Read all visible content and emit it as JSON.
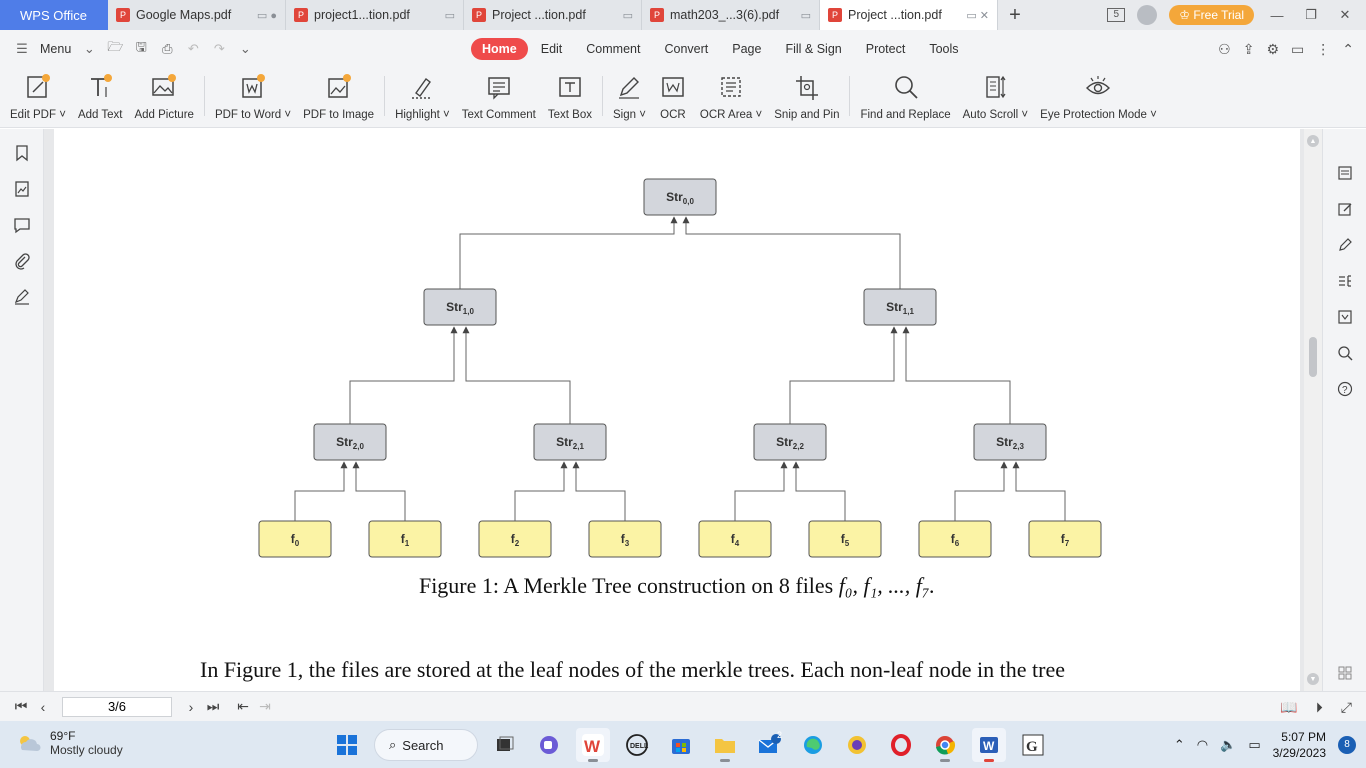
{
  "titlebar": {
    "app_name": "WPS Office",
    "tabs": [
      {
        "label": "Google Maps.pdf",
        "extra": "▭  ●"
      },
      {
        "label": "project1...tion.pdf",
        "extra": "▭"
      },
      {
        "label": "Project ...tion.pdf",
        "extra": "▭"
      },
      {
        "label": "math203_...3(6).pdf",
        "extra": "▭"
      },
      {
        "label": "Project ...tion.pdf",
        "extra": "▭  ✕"
      }
    ],
    "new_tab": "+",
    "window_count": "5",
    "free_trial": "Free Trial"
  },
  "menubar": {
    "menu_label": "Menu",
    "ribbon_tabs": [
      "Home",
      "Edit",
      "Comment",
      "Convert",
      "Page",
      "Fill & Sign",
      "Protect",
      "Tools"
    ],
    "active_tab": "Home"
  },
  "toolbar": {
    "tools": [
      {
        "label": "Edit PDF ˅",
        "icon": "edit-pdf-icon"
      },
      {
        "label": "Add Text",
        "icon": "add-text-icon"
      },
      {
        "label": "Add Picture",
        "icon": "add-picture-icon"
      },
      {
        "label": "PDF to Word ˅",
        "icon": "pdf-to-word-icon"
      },
      {
        "label": "PDF to Image",
        "icon": "pdf-to-image-icon"
      },
      {
        "label": "Highlight ˅",
        "icon": "highlight-icon"
      },
      {
        "label": "Text Comment",
        "icon": "text-comment-icon"
      },
      {
        "label": "Text Box",
        "icon": "text-box-icon"
      },
      {
        "label": "Sign ˅",
        "icon": "sign-icon"
      },
      {
        "label": "OCR",
        "icon": "ocr-icon"
      },
      {
        "label": "OCR Area ˅",
        "icon": "ocr-area-icon"
      },
      {
        "label": "Snip and Pin",
        "icon": "snip-pin-icon"
      },
      {
        "label": "Find and Replace",
        "icon": "find-replace-icon"
      },
      {
        "label": "Auto Scroll ˅",
        "icon": "auto-scroll-icon"
      },
      {
        "label": "Eye Protection Mode ˅",
        "icon": "eye-protection-icon"
      }
    ]
  },
  "document": {
    "tree": {
      "root": {
        "base": "Str",
        "sub": "0,0"
      },
      "level1": [
        {
          "base": "Str",
          "sub": "1,0"
        },
        {
          "base": "Str",
          "sub": "1,1"
        }
      ],
      "level2": [
        {
          "base": "Str",
          "sub": "2,0"
        },
        {
          "base": "Str",
          "sub": "2,1"
        },
        {
          "base": "Str",
          "sub": "2,2"
        },
        {
          "base": "Str",
          "sub": "2,3"
        }
      ],
      "leaves": [
        {
          "base": "f",
          "sub": "0"
        },
        {
          "base": "f",
          "sub": "1"
        },
        {
          "base": "f",
          "sub": "2"
        },
        {
          "base": "f",
          "sub": "3"
        },
        {
          "base": "f",
          "sub": "4"
        },
        {
          "base": "f",
          "sub": "5"
        },
        {
          "base": "f",
          "sub": "6"
        },
        {
          "base": "f",
          "sub": "7"
        }
      ],
      "colors": {
        "internal_fill": "#d3d6dc",
        "leaf_fill": "#fbf3a5",
        "stroke": "#555555"
      }
    },
    "caption_prefix": "Figure 1: A Merkle Tree construction on 8 files ",
    "caption_math": "f₀, f₁, ..., f₇.",
    "body_text": "In Figure 1, the files are stored at the leaf nodes of the merkle trees. Each non-leaf node in the tree"
  },
  "statusbar": {
    "page_value": "3/6"
  },
  "taskbar": {
    "temp": "69°F",
    "weather": "Mostly cloudy",
    "search_label": "Search",
    "mail_badge": "2",
    "time": "5:07 PM",
    "date": "3/29/2023",
    "notifications": "8"
  }
}
